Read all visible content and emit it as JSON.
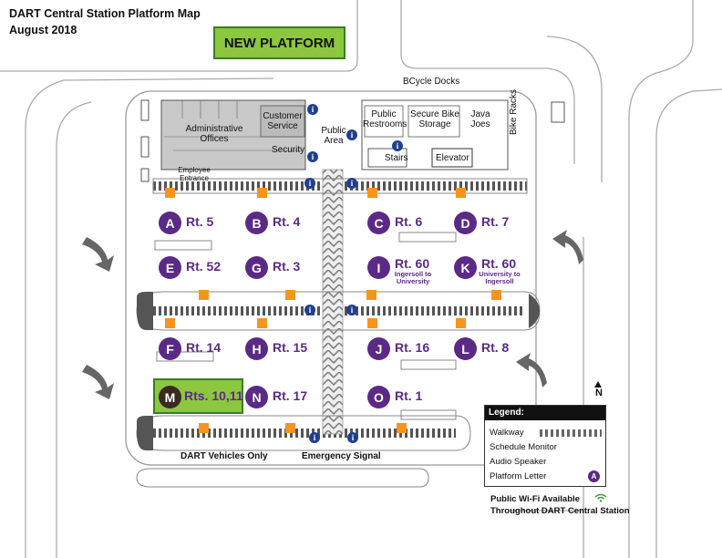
{
  "title": {
    "line1": "DART Central Station Platform Map",
    "line2": "August 2018"
  },
  "new_platform": "NEW PLATFORM",
  "building": {
    "bcycle": "BCycle Docks",
    "bike_racks": "Bike Racks",
    "admin": "Administrative\nOffices",
    "customer_service": "Customer\nService",
    "security": "Security",
    "public_area": "Public\nArea",
    "restrooms": "Public\nRestrooms",
    "bike_storage": "Secure Bike\nStorage",
    "java": "Java\nJoes",
    "stairs": "Stairs",
    "elevator": "Elevator",
    "employee": "Employee\nEntrance"
  },
  "platforms": [
    {
      "letter": "A",
      "route": "Rt. 5"
    },
    {
      "letter": "B",
      "route": "Rt. 4"
    },
    {
      "letter": "C",
      "route": "Rt. 6"
    },
    {
      "letter": "D",
      "route": "Rt. 7"
    },
    {
      "letter": "E",
      "route": "Rt. 52"
    },
    {
      "letter": "G",
      "route": "Rt. 3"
    },
    {
      "letter": "I",
      "route": "Rt. 60",
      "sub": "Ingersoll to\nUniversity"
    },
    {
      "letter": "K",
      "route": "Rt. 60",
      "sub": "University to\nIngersoll"
    },
    {
      "letter": "F",
      "route": "Rt. 14"
    },
    {
      "letter": "H",
      "route": "Rt. 15"
    },
    {
      "letter": "J",
      "route": "Rt. 16"
    },
    {
      "letter": "L",
      "route": "Rt. 8"
    },
    {
      "letter": "M",
      "route": "Rts. 10,11"
    },
    {
      "letter": "N",
      "route": "Rt. 17"
    },
    {
      "letter": "O",
      "route": "Rt. 1"
    }
  ],
  "bottom": {
    "vehicles": "DART Vehicles Only",
    "emergency": "Emergency Signal"
  },
  "north": "N",
  "legend": {
    "title": "Legend:",
    "walkway": "Walkway",
    "monitor": "Schedule Monitor",
    "speaker": "Audio Speaker",
    "letter": "Platform Letter",
    "letter_sample": "A",
    "monitor_icon": "i"
  },
  "wifi": {
    "line1": "Public Wi-Fi Available",
    "line2": "Throughout DART Central Station"
  },
  "colors": {
    "purple": "#5b2a86",
    "green": "#8dc63f",
    "orange": "#f7941d",
    "navy": "#1f3f8f"
  }
}
